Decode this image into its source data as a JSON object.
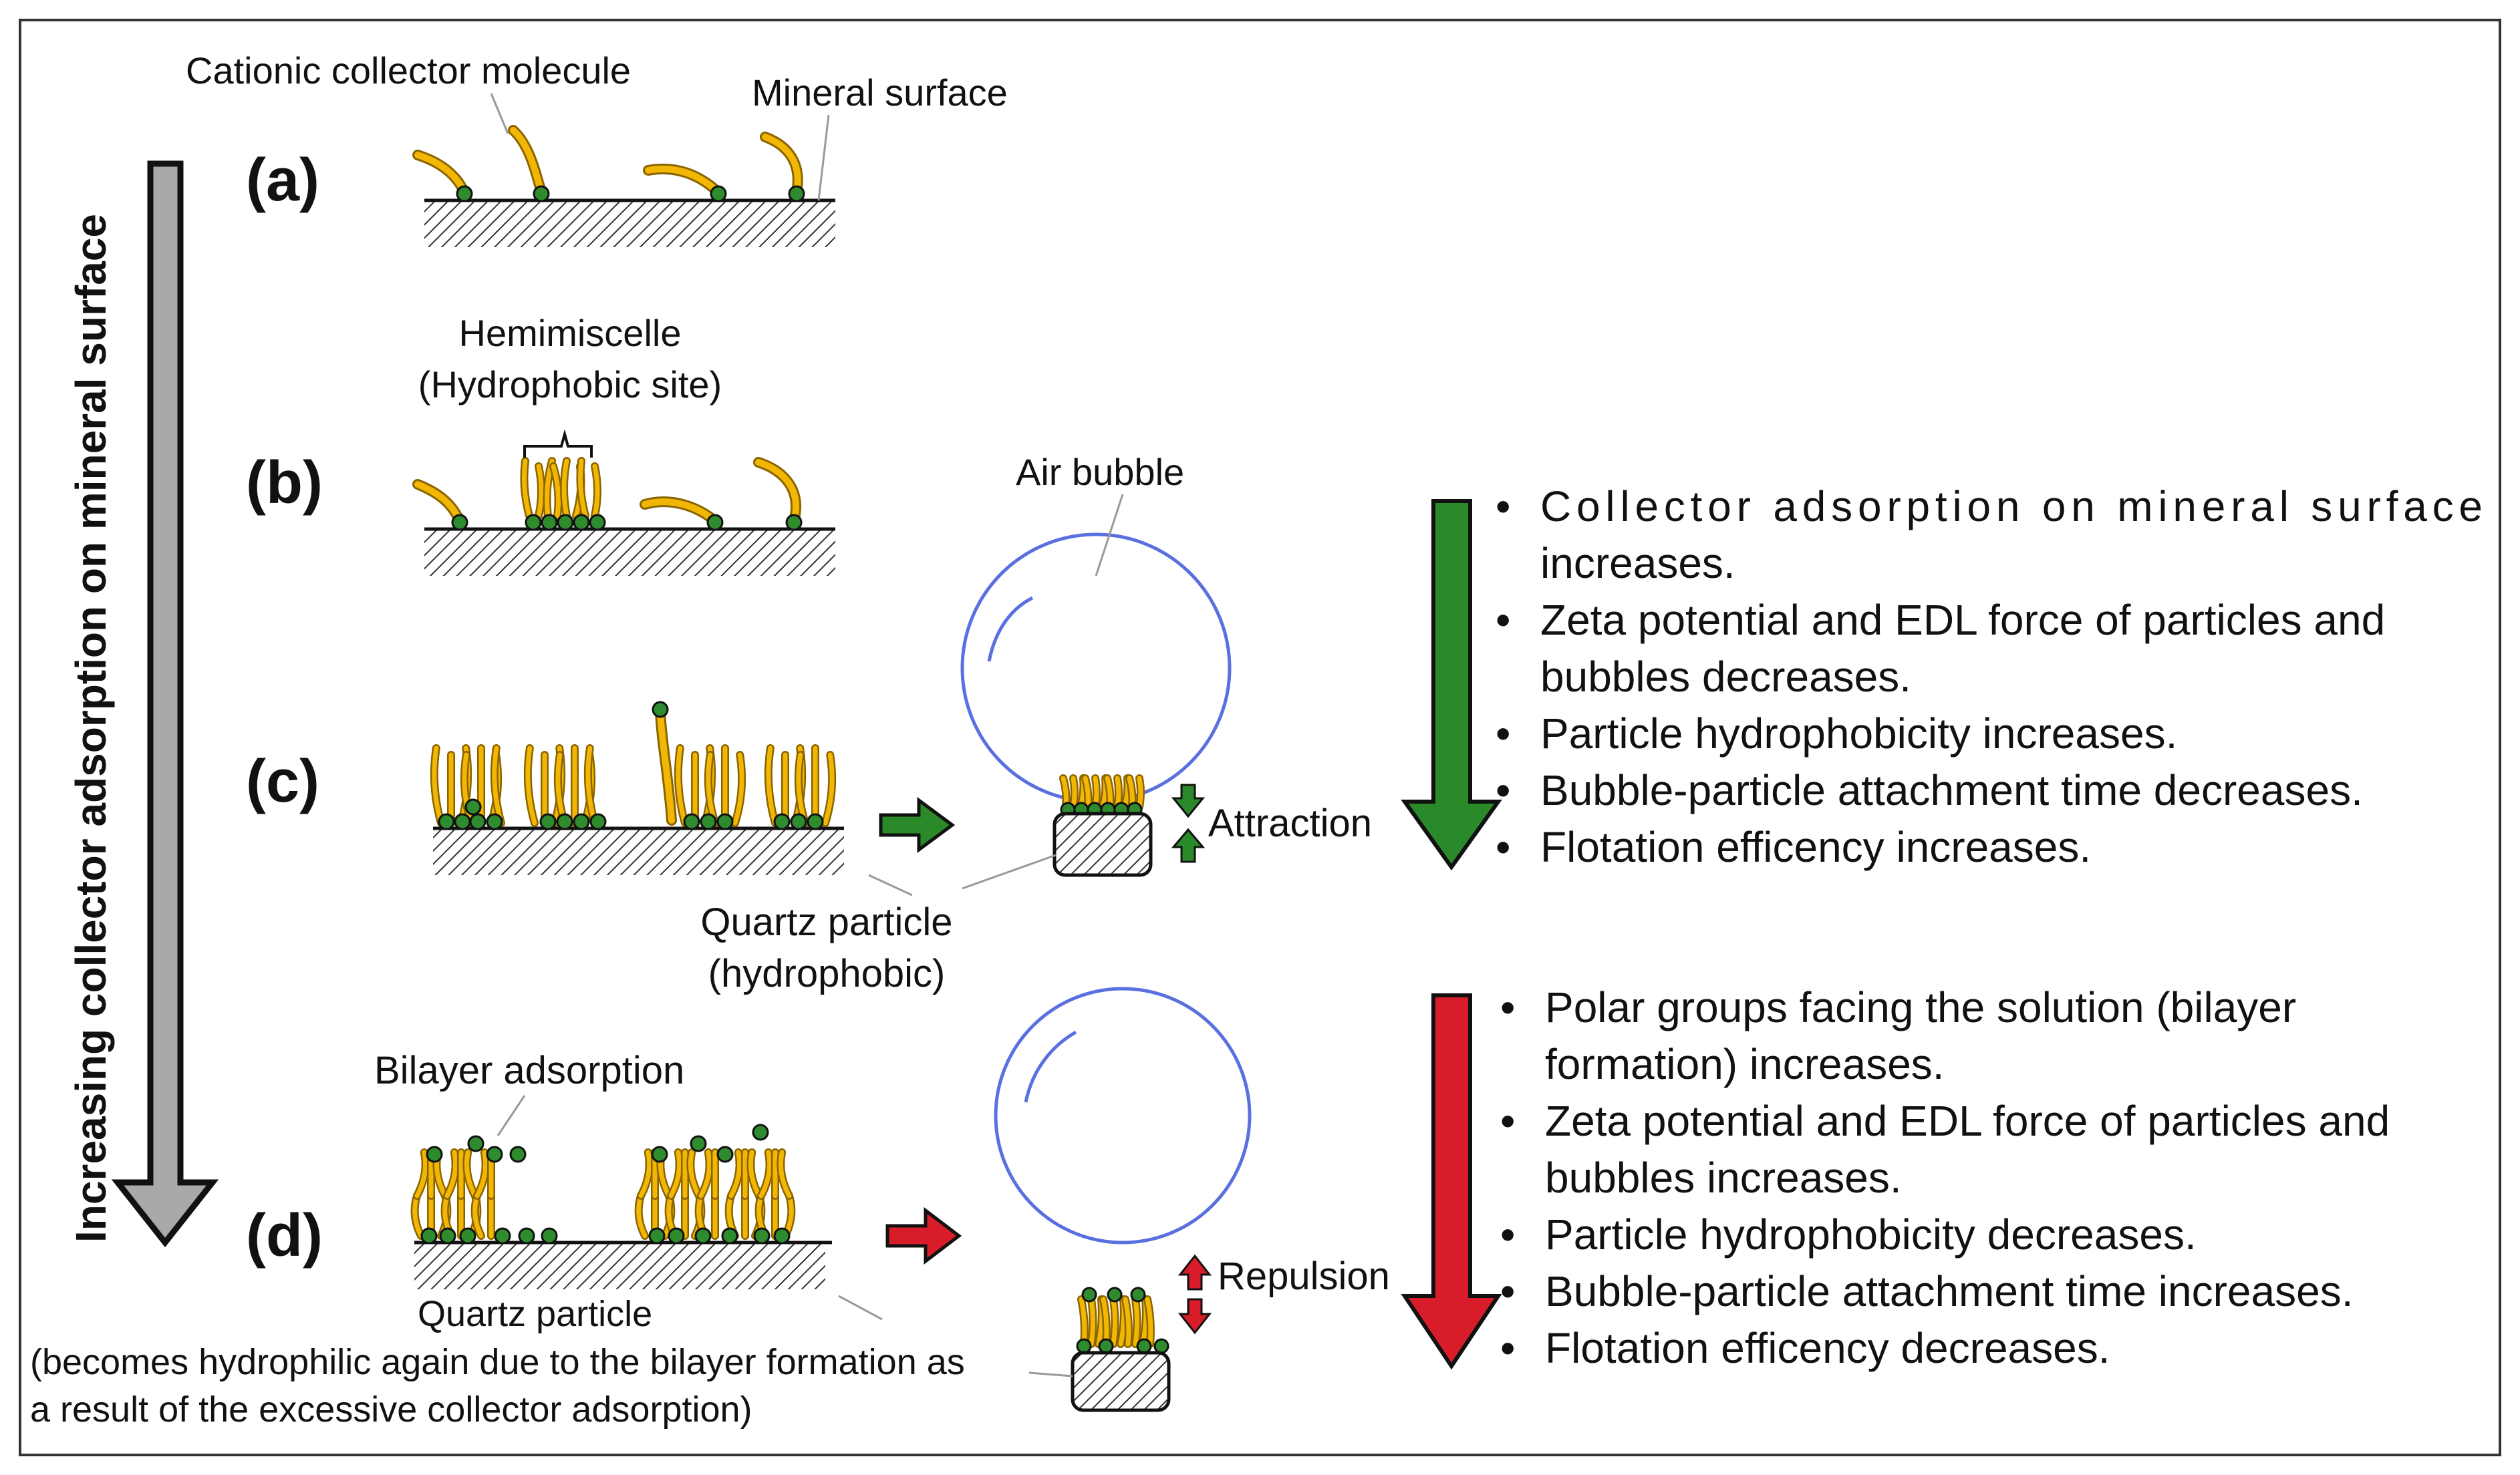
{
  "vertical_label": "Increasing collector adsorption on mineral surface",
  "panels": {
    "a": "(a)",
    "b": "(b)",
    "c": "(c)",
    "d": "(d)"
  },
  "labels": {
    "cationic_collector": "Cationic collector molecule",
    "mineral_surface": "Mineral surface",
    "hemimiscelle_1": "Hemimiscelle",
    "hemimiscelle_2": "(Hydrophobic site)",
    "air_bubble": "Air bubble",
    "attraction": "Attraction",
    "quartz_particle_1": "Quartz particle",
    "quartz_particle_2": "(hydrophobic)",
    "bilayer_adsorption": "Bilayer adsorption",
    "repulsion": "Repulsion",
    "quartz_particle_d": "Quartz particle",
    "hydrophilic_note_1": "(becomes hydrophilic again due to the bilayer formation as",
    "hydrophilic_note_2": "a result of the excessive collector adsorption)"
  },
  "green_bullets": [
    [
      "Collector adsorption on mineral surface",
      "increases."
    ],
    [
      "Zeta potential and EDL force of particles and",
      "bubbles decreases."
    ],
    [
      "Particle hydrophobicity increases."
    ],
    [
      "Bubble-particle attachment time decreases."
    ],
    [
      "Flotation efficency increases."
    ]
  ],
  "red_bullets": [
    [
      "Polar groups facing the solution (bilayer",
      "formation) increases."
    ],
    [
      "Zeta potential and EDL force of particles and",
      "bubbles increases."
    ],
    [
      "Particle hydrophobicity decreases."
    ],
    [
      "Bubble-particle attachment time increases."
    ],
    [
      "Flotation efficency decreases."
    ]
  ],
  "colors": {
    "collector_tail": "#f2b705",
    "head_group": "#2e8b2e",
    "bubble": "#5a6fe0",
    "green_arrow": "#2a8a2a",
    "red_arrow": "#d91c2a",
    "grey_arrow": "#a9a9a9"
  }
}
